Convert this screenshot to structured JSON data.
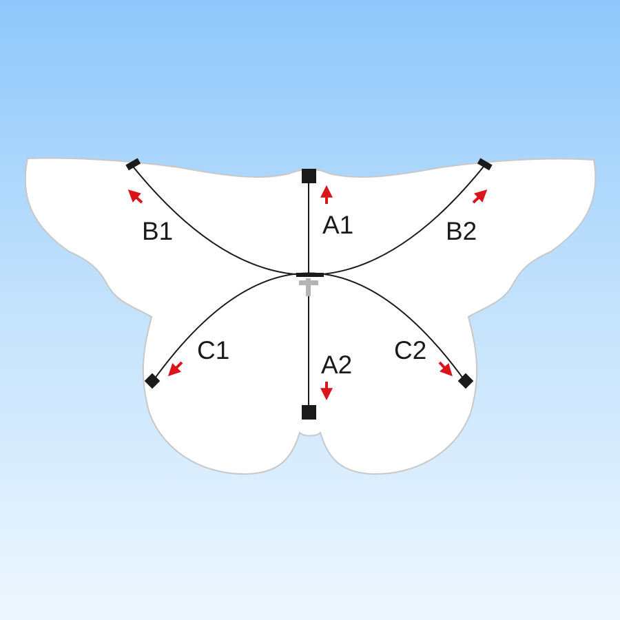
{
  "labels": {
    "a1": "A1",
    "a2": "A2",
    "b1": "B1",
    "b2": "B2",
    "c1": "C1",
    "c2": "C2"
  },
  "colors": {
    "wing_fill": "#ffffff",
    "wing_outline": "#c8c8c8",
    "rod": "#1a1a1a",
    "arrow": "#d9141a",
    "center_cross": "#b4b4b4"
  }
}
